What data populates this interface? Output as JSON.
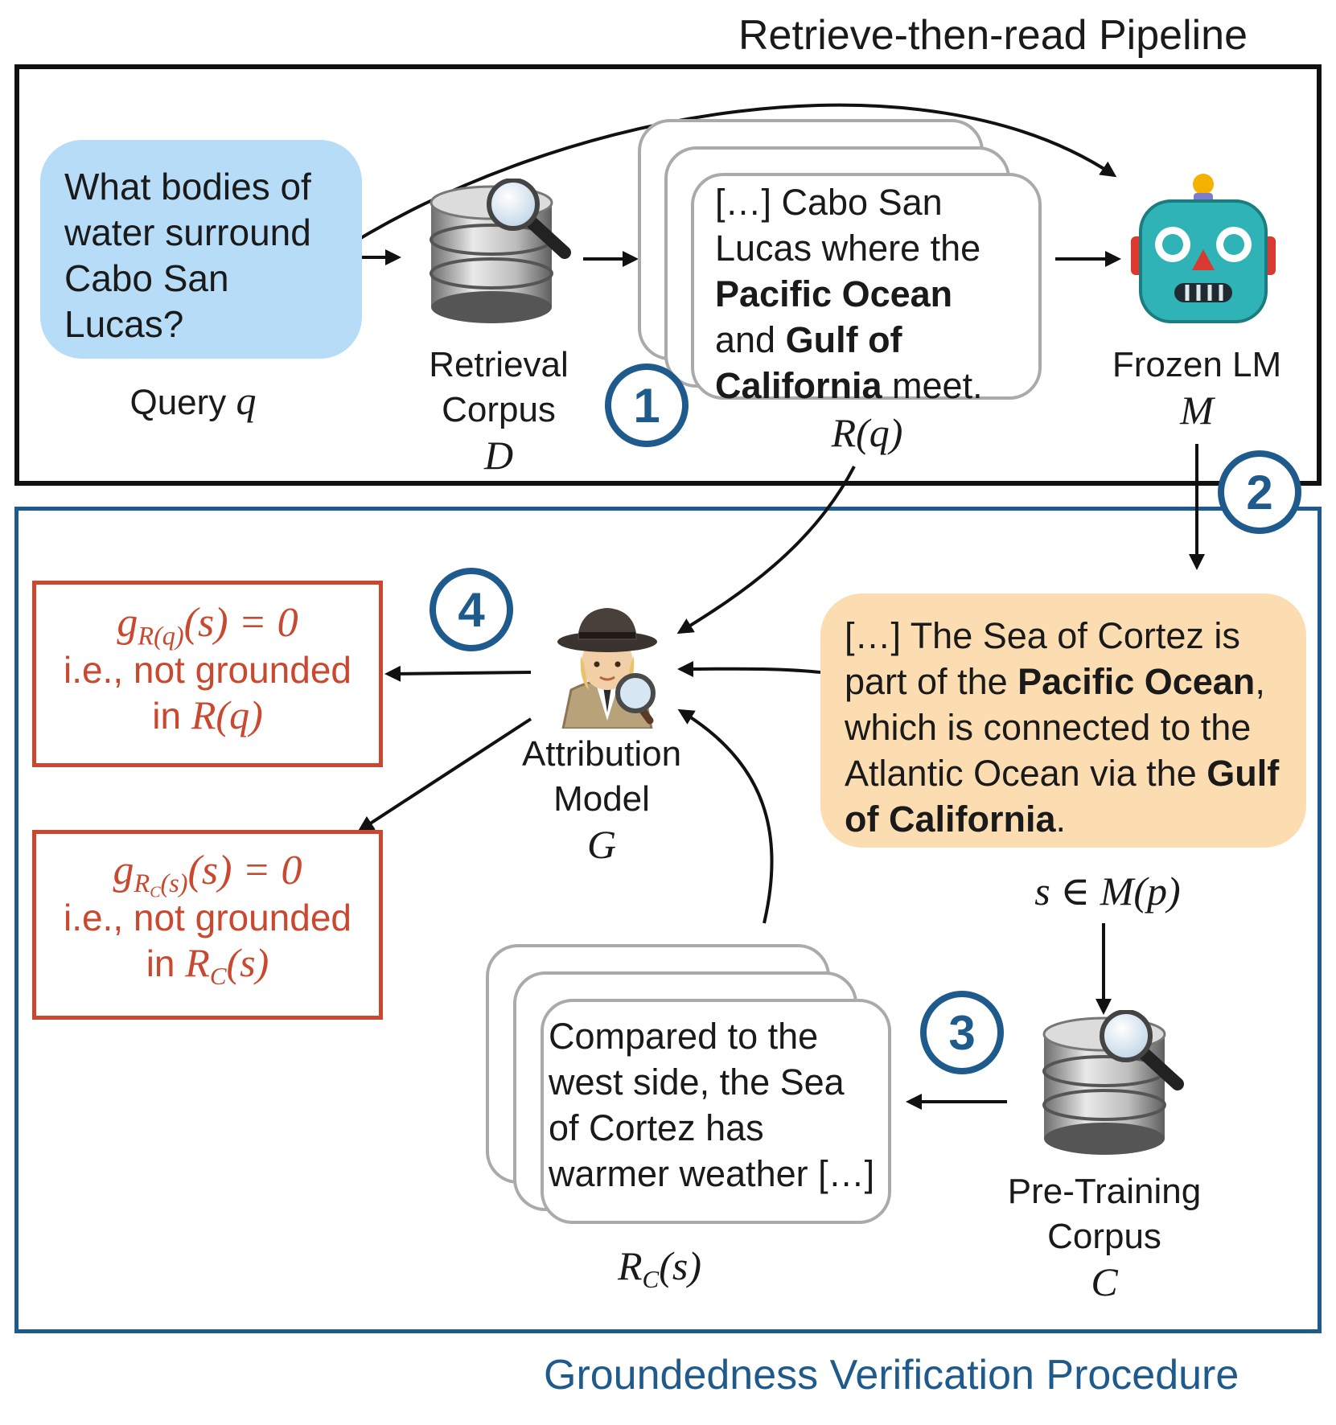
{
  "titles": {
    "pipeline": "Retrieve-then-read Pipeline",
    "verification": "Groundedness Verification Procedure"
  },
  "query": {
    "text": "What bodies of water surround Cabo San Lucas?",
    "label": "Query",
    "symbol": "q"
  },
  "retrieval_corpus": {
    "label_line1": "Retrieval",
    "label_line2": "Corpus",
    "symbol": "D",
    "icon": "database-search-icon"
  },
  "retrieved_passage": {
    "pre": "[…] Cabo San Lucas where the ",
    "bold1": "Pacific Ocean",
    "mid": " and ",
    "bold2": "Gulf of California",
    "post": " meet.",
    "symbol": "R(q)"
  },
  "frozen_lm": {
    "label": "Frozen LM",
    "symbol": "M",
    "icon": "robot-icon"
  },
  "generated_passage": {
    "pre": "[…] The Sea of Cortez is part of the ",
    "bold1": "Pacific Ocean",
    "mid": ", which is connected to the Atlantic Ocean via the ",
    "bold2": "Gulf of California",
    "post": ".",
    "symbol": "s ∈ M(p)"
  },
  "attribution_model": {
    "label_line1": "Attribution",
    "label_line2": "Model",
    "symbol": "G",
    "icon": "detective-icon"
  },
  "pretraining_corpus": {
    "label_line1": "Pre-Training",
    "label_line2": "Corpus",
    "symbol": "C",
    "icon": "database-search-icon"
  },
  "pretraining_passage": {
    "text": "Compared to the west side, the Sea of Cortez has warmer weather […]",
    "symbol": "R_C(s)"
  },
  "results": [
    {
      "formula": "g_R(q)(s) = 0",
      "line1": "i.e., not grounded",
      "line2_prefix": "in"
    },
    {
      "formula": "g_RC(s)(s) = 0",
      "line1": "i.e., not grounded",
      "line2_prefix": "in"
    }
  ],
  "steps": [
    "1",
    "2",
    "3",
    "4"
  ],
  "colors": {
    "pipeline_frame": "#111111",
    "verification_frame": "#1f5a8c",
    "badge": "#1f5a8c",
    "result_red": "#c9482f",
    "query_bubble": "#b6dcf7",
    "generation_bubble": "#fbddb1"
  }
}
